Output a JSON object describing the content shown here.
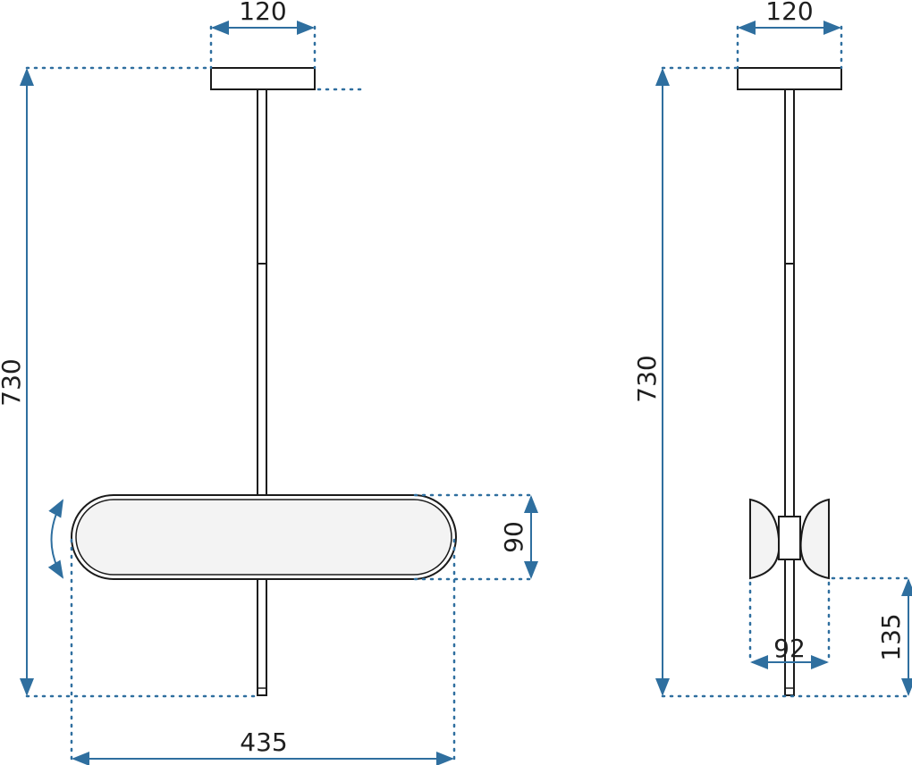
{
  "front_view": {
    "canopy_width": "120",
    "total_height": "730",
    "panel_height": "90",
    "panel_width": "435"
  },
  "side_view": {
    "canopy_width": "120",
    "total_height": "730",
    "shade_width": "92",
    "bottom_height": "135"
  },
  "colors": {
    "dimension": "#2f6f9f",
    "outline": "#1b1b1b",
    "panel_fill": "#f3f3f3"
  }
}
